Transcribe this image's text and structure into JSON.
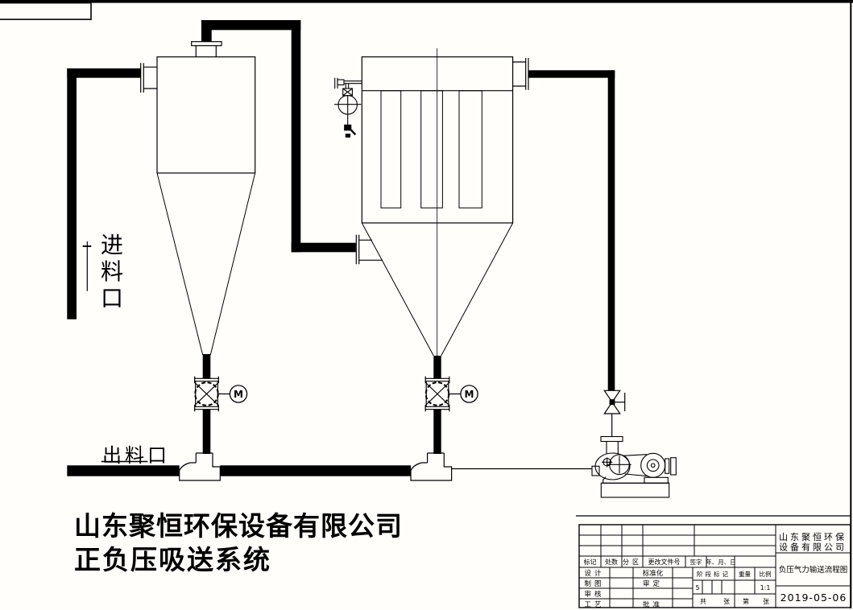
{
  "page": {
    "background": "#fffefa",
    "ink": "#000000"
  },
  "drawing": {
    "inlet_label": "进料口",
    "outlet_label": "出料口",
    "motor_label": "M",
    "title_line1": "山东聚恒环保设备有限公司",
    "title_line2": "正负压吸送系统"
  },
  "title_block": {
    "company_line1": "山东聚恒环保",
    "company_line2": "设备有限公司",
    "drawing_title": "负压气力输送流程图",
    "date": "2019-05-06",
    "header": [
      "标记",
      "处数",
      "分区",
      "更改文件号",
      "签字",
      "年、月、日"
    ],
    "row_labels": [
      "设计",
      "制图",
      "审核",
      "工艺"
    ],
    "approval_labels": [
      "标准化",
      "审定",
      "批准"
    ],
    "stage_header": [
      "阶段标记",
      "重量",
      "比例"
    ],
    "stage_value": "5",
    "scale_value": "1:1",
    "sheet_labels": [
      "共",
      "张",
      "第",
      "张"
    ]
  }
}
